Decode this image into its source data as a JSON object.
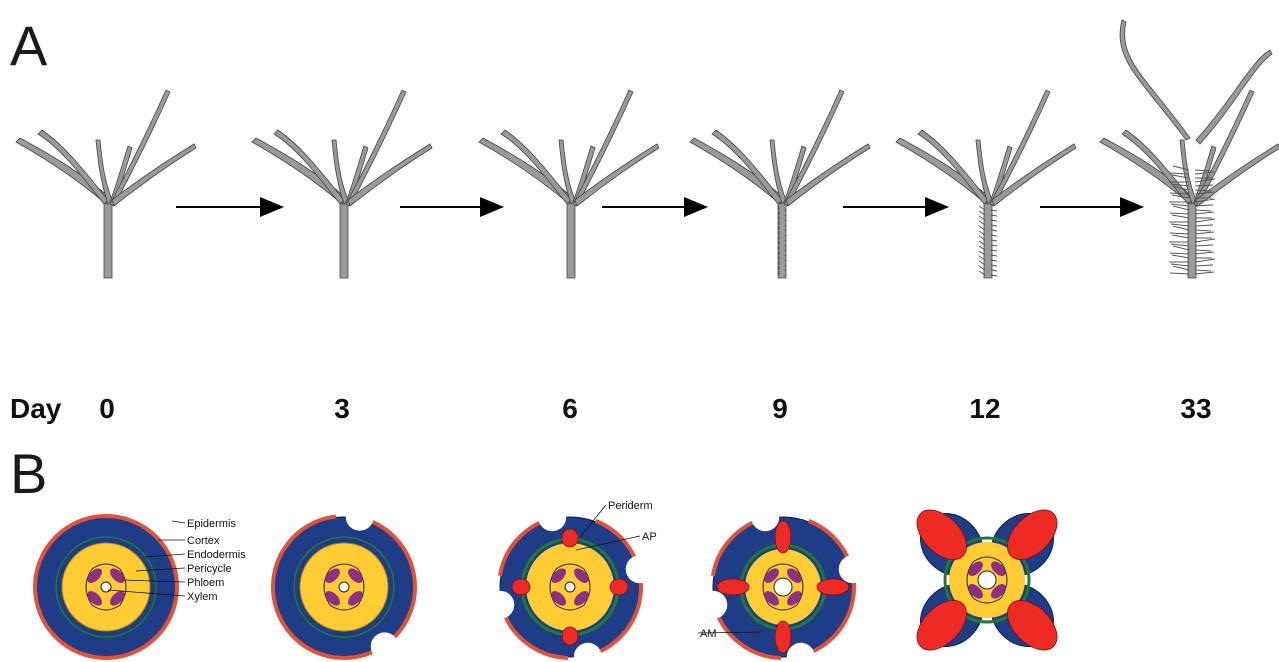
{
  "panels": {
    "a_label": "A",
    "b_label": "B"
  },
  "timeline": {
    "axis_label": "Day",
    "days": [
      "0",
      "3",
      "6",
      "9",
      "12",
      "33"
    ]
  },
  "cross_section_labels": {
    "epidermis": "Epidermis",
    "cortex": "Cortex",
    "endodermis": "Endodermis",
    "pericycle": "Pericycle",
    "phloem": "Phloem",
    "xylem": "Xylem",
    "periderm": "Periderm",
    "ap": "AP",
    "am": "AM"
  },
  "colors": {
    "seedling": "#9a9a9a",
    "epidermis": "#e0533a",
    "cortex": "#1f3c86",
    "stele": "#ffcc33",
    "endodermis": "#1f7a3a",
    "phloem": "#8e2f86",
    "lateral_root": "#ee2a24",
    "arrow": "#000000"
  }
}
